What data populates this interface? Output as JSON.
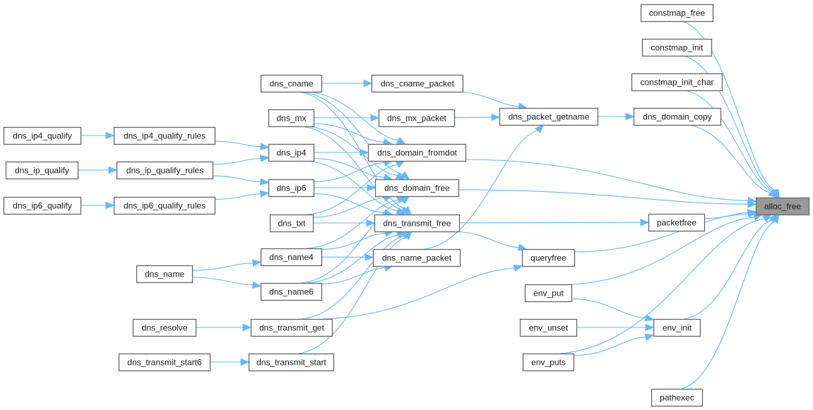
{
  "graph": {
    "type": "caller-graph",
    "root": "alloc_free",
    "colors": {
      "edge": "#63b8ff",
      "node_border": "#666666",
      "root_fill": "#999999",
      "node_fill": "#ffffff"
    },
    "nodes": [
      {
        "id": "alloc_free",
        "label": "alloc_free",
        "root": true
      },
      {
        "id": "constmap_free",
        "label": "constmap_free"
      },
      {
        "id": "constmap_init",
        "label": "constmap_init"
      },
      {
        "id": "constmap_init_char",
        "label": "constmap_init_char"
      },
      {
        "id": "dns_domain_copy",
        "label": "dns_domain_copy"
      },
      {
        "id": "dns_packet_getname",
        "label": "dns_packet_getname"
      },
      {
        "id": "dns_cname_packet",
        "label": "dns_cname_packet"
      },
      {
        "id": "dns_mx_packet",
        "label": "dns_mx_packet"
      },
      {
        "id": "dns_cname",
        "label": "dns_cname"
      },
      {
        "id": "dns_mx",
        "label": "dns_mx"
      },
      {
        "id": "dns_domain_fromdot",
        "label": "dns_domain_fromdot"
      },
      {
        "id": "dns_domain_free",
        "label": "dns_domain_free"
      },
      {
        "id": "dns_transmit_free",
        "label": "dns_transmit_free"
      },
      {
        "id": "dns_name_packet",
        "label": "dns_name_packet"
      },
      {
        "id": "dns_ip4",
        "label": "dns_ip4"
      },
      {
        "id": "dns_ip6",
        "label": "dns_ip6"
      },
      {
        "id": "dns_txt",
        "label": "dns_txt"
      },
      {
        "id": "dns_name4",
        "label": "dns_name4"
      },
      {
        "id": "dns_name6",
        "label": "dns_name6"
      },
      {
        "id": "dns_transmit_get",
        "label": "dns_transmit_get"
      },
      {
        "id": "dns_transmit_start",
        "label": "dns_transmit_start"
      },
      {
        "id": "dns_ip4_qualify_rules",
        "label": "dns_ip4_qualify_rules"
      },
      {
        "id": "dns_ip_qualify_rules",
        "label": "dns_ip_qualify_rules"
      },
      {
        "id": "dns_ip6_qualify_rules",
        "label": "dns_ip6_qualify_rules"
      },
      {
        "id": "dns_ip4_qualify",
        "label": "dns_ip4_qualify"
      },
      {
        "id": "dns_ip_qualify",
        "label": "dns_ip_qualify"
      },
      {
        "id": "dns_ip6_qualify",
        "label": "dns_ip6_qualify"
      },
      {
        "id": "dns_name",
        "label": "dns_name"
      },
      {
        "id": "dns_resolve",
        "label": "dns_resolve"
      },
      {
        "id": "dns_transmit_start6",
        "label": "dns_transmit_start6"
      },
      {
        "id": "packetfree",
        "label": "packetfree"
      },
      {
        "id": "queryfree",
        "label": "queryfree"
      },
      {
        "id": "env_put",
        "label": "env_put"
      },
      {
        "id": "env_unset",
        "label": "env_unset"
      },
      {
        "id": "env_puts",
        "label": "env_puts"
      },
      {
        "id": "env_init",
        "label": "env_init"
      },
      {
        "id": "pathexec",
        "label": "pathexec"
      }
    ],
    "edges": [
      {
        "from": "constmap_free",
        "to": "alloc_free"
      },
      {
        "from": "constmap_init",
        "to": "alloc_free"
      },
      {
        "from": "constmap_init_char",
        "to": "alloc_free"
      },
      {
        "from": "dns_domain_copy",
        "to": "alloc_free"
      },
      {
        "from": "dns_domain_fromdot",
        "to": "alloc_free"
      },
      {
        "from": "dns_domain_free",
        "to": "alloc_free"
      },
      {
        "from": "packetfree",
        "to": "alloc_free"
      },
      {
        "from": "queryfree",
        "to": "alloc_free"
      },
      {
        "from": "env_put",
        "to": "alloc_free"
      },
      {
        "from": "env_init",
        "to": "alloc_free"
      },
      {
        "from": "env_puts",
        "to": "alloc_free"
      },
      {
        "from": "pathexec",
        "to": "alloc_free"
      },
      {
        "from": "dns_packet_getname",
        "to": "dns_domain_copy"
      },
      {
        "from": "dns_cname_packet",
        "to": "dns_packet_getname"
      },
      {
        "from": "dns_mx_packet",
        "to": "dns_packet_getname"
      },
      {
        "from": "dns_name_packet",
        "to": "dns_packet_getname"
      },
      {
        "from": "dns_cname",
        "to": "dns_cname_packet"
      },
      {
        "from": "dns_mx",
        "to": "dns_mx_packet"
      },
      {
        "from": "dns_cname",
        "to": "dns_domain_fromdot"
      },
      {
        "from": "dns_cname",
        "to": "dns_domain_free"
      },
      {
        "from": "dns_cname",
        "to": "dns_transmit_free"
      },
      {
        "from": "dns_mx",
        "to": "dns_domain_fromdot"
      },
      {
        "from": "dns_mx",
        "to": "dns_domain_free"
      },
      {
        "from": "dns_mx",
        "to": "dns_transmit_free"
      },
      {
        "from": "dns_ip4",
        "to": "dns_domain_fromdot"
      },
      {
        "from": "dns_ip4",
        "to": "dns_domain_free"
      },
      {
        "from": "dns_ip4",
        "to": "dns_transmit_free"
      },
      {
        "from": "dns_ip6",
        "to": "dns_domain_fromdot"
      },
      {
        "from": "dns_ip6",
        "to": "dns_domain_free"
      },
      {
        "from": "dns_ip6",
        "to": "dns_transmit_free"
      },
      {
        "from": "dns_txt",
        "to": "dns_domain_fromdot"
      },
      {
        "from": "dns_txt",
        "to": "dns_domain_free"
      },
      {
        "from": "dns_txt",
        "to": "dns_transmit_free"
      },
      {
        "from": "dns_name4",
        "to": "dns_domain_free"
      },
      {
        "from": "dns_name4",
        "to": "dns_transmit_free"
      },
      {
        "from": "dns_name4",
        "to": "dns_name_packet"
      },
      {
        "from": "dns_name6",
        "to": "dns_domain_free"
      },
      {
        "from": "dns_name6",
        "to": "dns_transmit_free"
      },
      {
        "from": "dns_name6",
        "to": "dns_name_packet"
      },
      {
        "from": "dns_transmit_get",
        "to": "dns_transmit_free"
      },
      {
        "from": "dns_transmit_get",
        "to": "queryfree"
      },
      {
        "from": "dns_transmit_start",
        "to": "dns_transmit_free"
      },
      {
        "from": "dns_transmit_free",
        "to": "packetfree"
      },
      {
        "from": "dns_transmit_free",
        "to": "queryfree"
      },
      {
        "from": "dns_ip4_qualify_rules",
        "to": "dns_ip4"
      },
      {
        "from": "dns_ip_qualify_rules",
        "to": "dns_ip4"
      },
      {
        "from": "dns_ip_qualify_rules",
        "to": "dns_ip6"
      },
      {
        "from": "dns_ip6_qualify_rules",
        "to": "dns_ip6"
      },
      {
        "from": "dns_ip4_qualify",
        "to": "dns_ip4_qualify_rules"
      },
      {
        "from": "dns_ip_qualify",
        "to": "dns_ip_qualify_rules"
      },
      {
        "from": "dns_ip6_qualify",
        "to": "dns_ip6_qualify_rules"
      },
      {
        "from": "dns_name",
        "to": "dns_name4"
      },
      {
        "from": "dns_name",
        "to": "dns_name6"
      },
      {
        "from": "dns_resolve",
        "to": "dns_transmit_get"
      },
      {
        "from": "dns_transmit_start6",
        "to": "dns_transmit_start"
      },
      {
        "from": "env_put",
        "to": "env_init"
      },
      {
        "from": "env_unset",
        "to": "env_init"
      },
      {
        "from": "env_puts",
        "to": "env_init"
      }
    ]
  }
}
